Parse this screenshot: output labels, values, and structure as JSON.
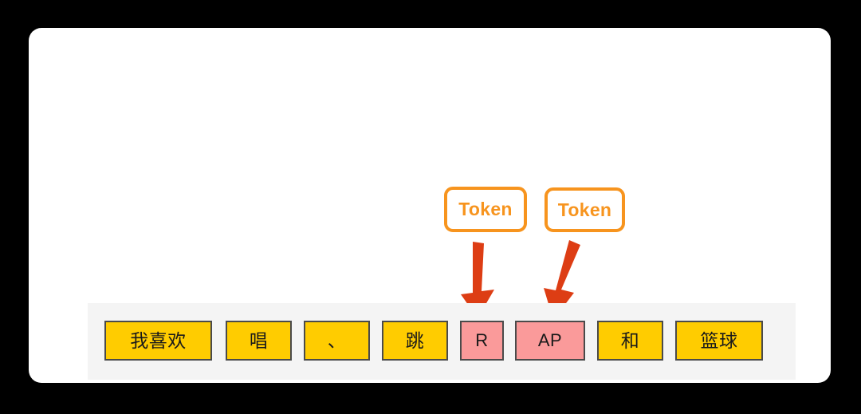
{
  "canvas": {
    "background_color": "#000000",
    "card_background": "#ffffff"
  },
  "colors": {
    "word_token_fill": "#ffcc00",
    "subword_token_fill": "#fa9a9a",
    "token_border": "#4a4a4a",
    "callout_orange": "#f7941e",
    "arrow_red": "#dd3d14",
    "band_gray": "#f4f4f4"
  },
  "diagram": {
    "band": {
      "label": "tokenized-sentence-band"
    },
    "tokens": [
      {
        "text": "我喜欢",
        "type": "word",
        "width": 135,
        "gap_after": 17
      },
      {
        "text": "唱",
        "type": "word",
        "width": 83,
        "gap_after": 15
      },
      {
        "text": "、",
        "type": "word",
        "width": 83,
        "gap_after": 15
      },
      {
        "text": "跳",
        "type": "word",
        "width": 83,
        "gap_after": 15
      },
      {
        "text": "R",
        "type": "subword",
        "width": 55,
        "gap_after": 14
      },
      {
        "text": "AP",
        "type": "subword",
        "width": 88,
        "gap_after": 15
      },
      {
        "text": "和",
        "type": "word",
        "width": 83,
        "gap_after": 15
      },
      {
        "text": "篮球",
        "type": "word",
        "width": 110,
        "gap_after": 0
      }
    ],
    "callouts": [
      {
        "label": "Token",
        "points_to": "R"
      },
      {
        "label": "Token",
        "points_to": "AP"
      }
    ],
    "arrows": [
      {
        "name": "arrow-to-r",
        "direction": "down"
      },
      {
        "name": "arrow-to-ap",
        "direction": "down-left"
      }
    ]
  }
}
